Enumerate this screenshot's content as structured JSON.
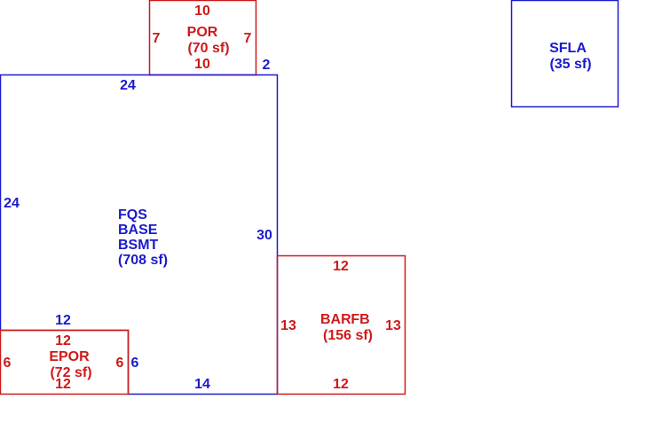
{
  "sketch": {
    "colors": {
      "main": "#1a1acd",
      "addition": "#cd1a1a"
    },
    "areas": {
      "por": {
        "code": "POR",
        "area": "(70 sf)",
        "dims": {
          "top": "10",
          "left": "7",
          "right": "7",
          "bottom": "10"
        }
      },
      "sfla": {
        "code": "SFLA",
        "area": "(35 sf)"
      },
      "base": {
        "line1": "FQS",
        "line2": "BASE",
        "line3": "BSMT",
        "area": "(708 sf)",
        "dims": {
          "top": "24",
          "top_right": "2",
          "left": "24",
          "right": "30",
          "inner_top": "12",
          "inner_right": "6",
          "bottom": "14"
        }
      },
      "epor": {
        "code": "EPOR",
        "area": "(72 sf)",
        "dims": {
          "top": "12",
          "left": "6",
          "right": "6",
          "bottom": "12"
        }
      },
      "barfb": {
        "code_a": "BAR",
        "code_b": "FB",
        "area": "(156 sf)",
        "dims": {
          "top": "12",
          "left": "13",
          "right": "13",
          "bottom": "12"
        }
      }
    }
  }
}
